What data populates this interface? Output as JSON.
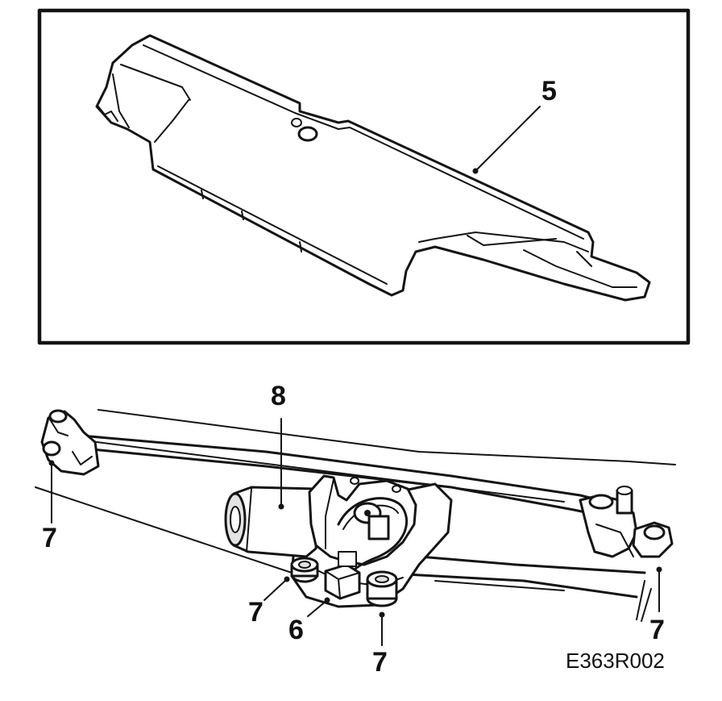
{
  "figure": {
    "drawing_code": "E363R002",
    "callouts": {
      "cover": "5",
      "motor": "8",
      "connector": "6",
      "mount_left": "7",
      "mount_lower_left": "7",
      "mount_bottom": "7",
      "mount_right": "7"
    }
  }
}
